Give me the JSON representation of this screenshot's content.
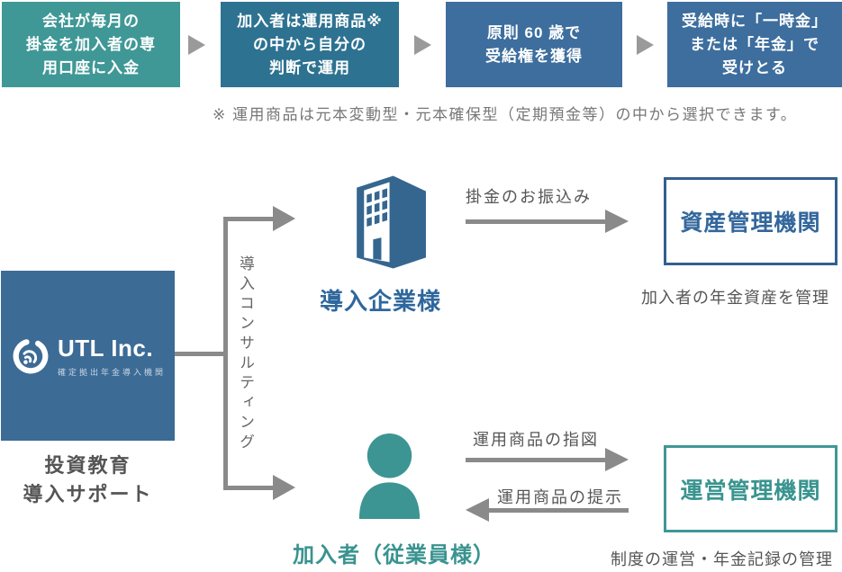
{
  "colors": {
    "step_teal": "#3F9896",
    "step_cyan": "#2E7291",
    "step_blue": "#3D6E9E",
    "brand_blue": "#3C6B96",
    "building_blue": "#35668F",
    "company_label_blue": "#2E679C",
    "member_teal": "#3C9593",
    "asset_border_blue": "#33608F",
    "asset_text_blue": "#33679C",
    "admin_teal": "#3F9795",
    "arrow_gray": "#8A8A8A",
    "triangle_gray": "#9A9A9A",
    "text_gray": "#555555",
    "note_gray": "#777777"
  },
  "flow": {
    "steps": [
      {
        "text": "会社が毎月の\n掛金を加入者の専\n用口座に入金"
      },
      {
        "text": "加入者は運用商品※\nの中から自分の\n判断で運用"
      },
      {
        "text": "原則 60 歳で\n受給権を獲得"
      },
      {
        "text": "受給時に「一時金」\nまたは「年金」で\n受けとる"
      }
    ],
    "note": "※ 運用商品は元本変動型・元本確保型（定期預金等）の中から選択できます。"
  },
  "org": {
    "logo_title": "UTL Inc.",
    "logo_subtitle": "確定拠出年金導入機関",
    "caption": "投資教育\n導入サポート"
  },
  "consulting": {
    "label": "導入コンサルティング"
  },
  "company": {
    "label": "導入企業様"
  },
  "member": {
    "label": "加入者（従業員様）"
  },
  "asset_org": {
    "arrow_label": "掛金のお振込み",
    "label": "資産管理機関",
    "caption": "加入者の年金資産を管理"
  },
  "admin_org": {
    "arrow_right_label": "運用商品の指図",
    "arrow_left_label": "運用商品の提示",
    "label": "運営管理機関",
    "caption": "制度の運営・年金記録の管理"
  }
}
